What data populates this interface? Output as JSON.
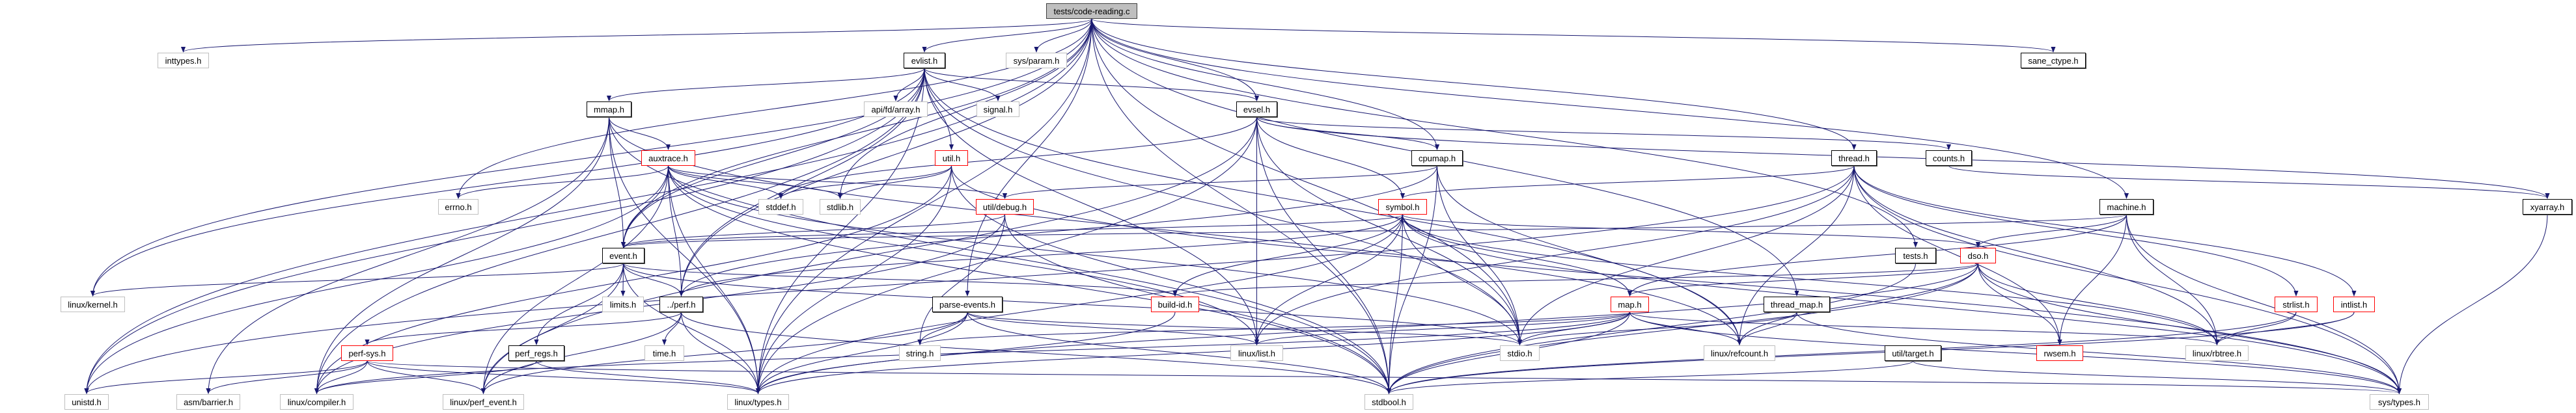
{
  "graph_title": "tests/code-reading.c",
  "colors": {
    "edge": "#191970",
    "root_fill": "#bfbfbf",
    "documented_border": "#000000",
    "truncated_border": "#ff0000",
    "external_border": "#bfbfbf"
  },
  "nodes": {
    "root": {
      "label": "tests/code-reading.c"
    },
    "inttypes": {
      "label": "inttypes.h"
    },
    "evlist": {
      "label": "evlist.h"
    },
    "sysparam": {
      "label": "sys/param.h"
    },
    "sanectype": {
      "label": "sane_ctype.h"
    },
    "mmap": {
      "label": "mmap.h"
    },
    "fdarray": {
      "label": "api/fd/array.h"
    },
    "signal": {
      "label": "signal.h"
    },
    "evsel": {
      "label": "evsel.h"
    },
    "auxtrace": {
      "label": "auxtrace.h"
    },
    "util": {
      "label": "util.h"
    },
    "cpumap": {
      "label": "cpumap.h"
    },
    "thread": {
      "label": "thread.h"
    },
    "counts": {
      "label": "counts.h"
    },
    "errno": {
      "label": "errno.h"
    },
    "stddef": {
      "label": "stddef.h"
    },
    "stdlib": {
      "label": "stdlib.h"
    },
    "debug": {
      "label": "util/debug.h"
    },
    "symbol": {
      "label": "symbol.h"
    },
    "machine": {
      "label": "machine.h"
    },
    "xyarray": {
      "label": "xyarray.h"
    },
    "event": {
      "label": "event.h"
    },
    "tests": {
      "label": "tests.h"
    },
    "dso": {
      "label": "dso.h"
    },
    "kernel": {
      "label": "linux/kernel.h"
    },
    "limits": {
      "label": "limits.h"
    },
    "perf": {
      "label": "../perf.h"
    },
    "parseevents": {
      "label": "parse-events.h"
    },
    "buildid": {
      "label": "build-id.h"
    },
    "map": {
      "label": "map.h"
    },
    "threadmap": {
      "label": "thread_map.h"
    },
    "strlist": {
      "label": "strlist.h"
    },
    "intlist": {
      "label": "intlist.h"
    },
    "perfsys": {
      "label": "perf-sys.h"
    },
    "perfregs": {
      "label": "perf_regs.h"
    },
    "time": {
      "label": "time.h"
    },
    "string": {
      "label": "string.h"
    },
    "list": {
      "label": "linux/list.h"
    },
    "stdio": {
      "label": "stdio.h"
    },
    "refcount": {
      "label": "linux/refcount.h"
    },
    "target": {
      "label": "util/target.h"
    },
    "rwsem": {
      "label": "rwsem.h"
    },
    "rbtree": {
      "label": "linux/rbtree.h"
    },
    "unistd": {
      "label": "unistd.h"
    },
    "barrier": {
      "label": "asm/barrier.h"
    },
    "compiler": {
      "label": "linux/compiler.h"
    },
    "perfevent": {
      "label": "linux/perf_event.h"
    },
    "types": {
      "label": "linux/types.h"
    },
    "stdbool": {
      "label": "stdbool.h"
    },
    "systypes": {
      "label": "sys/types.h"
    }
  },
  "edges": [
    [
      "root",
      "evlist"
    ],
    [
      "root",
      "sysparam"
    ],
    [
      "root",
      "evsel"
    ],
    [
      "root",
      "inttypes"
    ],
    [
      "root",
      "unistd"
    ],
    [
      "root",
      "kernel"
    ],
    [
      "root",
      "errno"
    ],
    [
      "root",
      "stdlib"
    ],
    [
      "root",
      "stdio"
    ],
    [
      "root",
      "parseevents"
    ],
    [
      "root",
      "threadmap"
    ],
    [
      "root",
      "cpumap"
    ],
    [
      "root",
      "machine"
    ],
    [
      "root",
      "event"
    ],
    [
      "root",
      "thread"
    ],
    [
      "root",
      "sanectype"
    ],
    [
      "root",
      "tests"
    ],
    [
      "root",
      "perf"
    ],
    [
      "root",
      "types"
    ],
    [
      "root",
      "stdbool"
    ],
    [
      "evlist",
      "fdarray"
    ],
    [
      "evlist",
      "signal"
    ],
    [
      "evlist",
      "util"
    ],
    [
      "evlist",
      "evsel"
    ],
    [
      "evlist",
      "mmap"
    ],
    [
      "evlist",
      "list"
    ],
    [
      "evlist",
      "refcount"
    ],
    [
      "evlist",
      "stdio"
    ],
    [
      "evlist",
      "unistd"
    ],
    [
      "evlist",
      "compiler"
    ],
    [
      "evlist",
      "kernel"
    ],
    [
      "evlist",
      "perf"
    ],
    [
      "evlist",
      "event"
    ],
    [
      "evlist",
      "types"
    ],
    [
      "mmap",
      "auxtrace"
    ],
    [
      "mmap",
      "event"
    ],
    [
      "mmap",
      "compiler"
    ],
    [
      "mmap",
      "refcount"
    ],
    [
      "mmap",
      "types"
    ],
    [
      "mmap",
      "barrier"
    ],
    [
      "mmap",
      "stdbool"
    ],
    [
      "auxtrace",
      "errno"
    ],
    [
      "auxtrace",
      "stddef"
    ],
    [
      "auxtrace",
      "stdlib"
    ],
    [
      "auxtrace",
      "debug"
    ],
    [
      "auxtrace",
      "event"
    ],
    [
      "auxtrace",
      "perf"
    ],
    [
      "auxtrace",
      "types"
    ],
    [
      "auxtrace",
      "perfevent"
    ],
    [
      "auxtrace",
      "stdbool"
    ],
    [
      "auxtrace",
      "stdio"
    ],
    [
      "auxtrace",
      "list"
    ],
    [
      "auxtrace",
      "unistd"
    ],
    [
      "util",
      "stddef"
    ],
    [
      "util",
      "stdlib"
    ],
    [
      "util",
      "stdbool"
    ],
    [
      "util",
      "compiler"
    ],
    [
      "util",
      "systypes"
    ],
    [
      "util",
      "types"
    ],
    [
      "debug",
      "string"
    ],
    [
      "debug",
      "stdbool"
    ],
    [
      "debug",
      "compiler"
    ],
    [
      "debug",
      "event"
    ],
    [
      "evsel",
      "list"
    ],
    [
      "evsel",
      "stdbool"
    ],
    [
      "evsel",
      "stdio"
    ],
    [
      "evsel",
      "types"
    ],
    [
      "evsel",
      "perfevent"
    ],
    [
      "evsel",
      "symbol"
    ],
    [
      "evsel",
      "cpumap"
    ],
    [
      "evsel",
      "counts"
    ],
    [
      "evsel",
      "xyarray"
    ],
    [
      "evsel",
      "stddef"
    ],
    [
      "cpumap",
      "stdio"
    ],
    [
      "cpumap",
      "stdbool"
    ],
    [
      "cpumap",
      "refcount"
    ],
    [
      "cpumap",
      "debug"
    ],
    [
      "cpumap",
      "perf"
    ],
    [
      "symbol",
      "types"
    ],
    [
      "symbol",
      "stdbool"
    ],
    [
      "symbol",
      "stdio"
    ],
    [
      "symbol",
      "map"
    ],
    [
      "symbol",
      "buildid"
    ],
    [
      "symbol",
      "list"
    ],
    [
      "symbol",
      "rbtree"
    ],
    [
      "symbol",
      "event"
    ],
    [
      "symbol",
      "dso"
    ],
    [
      "symbol",
      "systypes"
    ],
    [
      "symbol",
      "perf"
    ],
    [
      "thread",
      "symbol"
    ],
    [
      "thread",
      "rwsem"
    ],
    [
      "thread",
      "refcount"
    ],
    [
      "thread",
      "rbtree"
    ],
    [
      "thread",
      "strlist"
    ],
    [
      "thread",
      "intlist"
    ],
    [
      "thread",
      "systypes"
    ],
    [
      "thread",
      "list"
    ],
    [
      "thread",
      "stdio"
    ],
    [
      "thread",
      "unistd"
    ],
    [
      "counts",
      "xyarray"
    ],
    [
      "xyarray",
      "systypes"
    ],
    [
      "machine",
      "systypes"
    ],
    [
      "machine",
      "rbtree"
    ],
    [
      "machine",
      "map"
    ],
    [
      "machine",
      "dso"
    ],
    [
      "machine",
      "event"
    ],
    [
      "machine",
      "rwsem"
    ],
    [
      "dso",
      "refcount"
    ],
    [
      "dso",
      "types"
    ],
    [
      "dso",
      "rbtree"
    ],
    [
      "dso",
      "systypes"
    ],
    [
      "dso",
      "stdbool"
    ],
    [
      "dso",
      "buildid"
    ],
    [
      "dso",
      "map"
    ],
    [
      "dso",
      "rwsem"
    ],
    [
      "tests",
      "stdbool"
    ],
    [
      "event",
      "kernel"
    ],
    [
      "event",
      "limits"
    ],
    [
      "event",
      "perf"
    ],
    [
      "event",
      "perfregs"
    ],
    [
      "event",
      "buildid"
    ],
    [
      "event",
      "types"
    ],
    [
      "event",
      "stdio"
    ],
    [
      "event",
      "perfevent"
    ],
    [
      "perf",
      "time"
    ],
    [
      "perf",
      "perfsys"
    ],
    [
      "perf",
      "types"
    ],
    [
      "perf",
      "stdbool"
    ],
    [
      "perf",
      "perfevent"
    ],
    [
      "perfsys",
      "unistd"
    ],
    [
      "perfsys",
      "barrier"
    ],
    [
      "perfsys",
      "compiler"
    ],
    [
      "perfsys",
      "perfevent"
    ],
    [
      "perfsys",
      "types"
    ],
    [
      "perfsys",
      "systypes"
    ],
    [
      "perfregs",
      "types"
    ],
    [
      "perfregs",
      "compiler"
    ],
    [
      "parseevents",
      "string"
    ],
    [
      "parseevents",
      "list"
    ],
    [
      "parseevents",
      "stdbool"
    ],
    [
      "parseevents",
      "types"
    ],
    [
      "parseevents",
      "perfevent"
    ],
    [
      "parseevents",
      "stdio"
    ],
    [
      "buildid",
      "types"
    ],
    [
      "map",
      "stdio"
    ],
    [
      "map",
      "refcount"
    ],
    [
      "map",
      "list"
    ],
    [
      "map",
      "rbtree"
    ],
    [
      "map",
      "stdbool"
    ],
    [
      "map",
      "types"
    ],
    [
      "map",
      "string"
    ],
    [
      "map",
      "systypes"
    ],
    [
      "map",
      "compiler"
    ],
    [
      "threadmap",
      "stdio"
    ],
    [
      "threadmap",
      "refcount"
    ],
    [
      "threadmap",
      "systypes"
    ],
    [
      "strlist",
      "rbtree"
    ],
    [
      "strlist",
      "stdbool"
    ],
    [
      "intlist",
      "rbtree"
    ],
    [
      "intlist",
      "stdbool"
    ],
    [
      "target",
      "stdbool"
    ],
    [
      "target",
      "systypes"
    ]
  ]
}
